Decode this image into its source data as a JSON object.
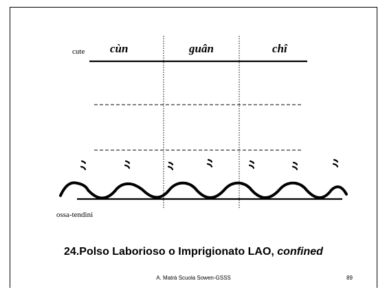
{
  "diagram": {
    "top_label": "cute",
    "bottom_label": "ossa-tendini",
    "zones": [
      "cùn",
      "guân",
      "chî"
    ],
    "colors": {
      "ink": "#000000",
      "background": "#ffffff"
    }
  },
  "caption": {
    "main": "24.Polso Laborioso o Imprigionato LAO, ",
    "emphasis": "confined"
  },
  "footer": {
    "author": "A. Matrà Scuola Sowen-GSSS",
    "page": "89"
  }
}
